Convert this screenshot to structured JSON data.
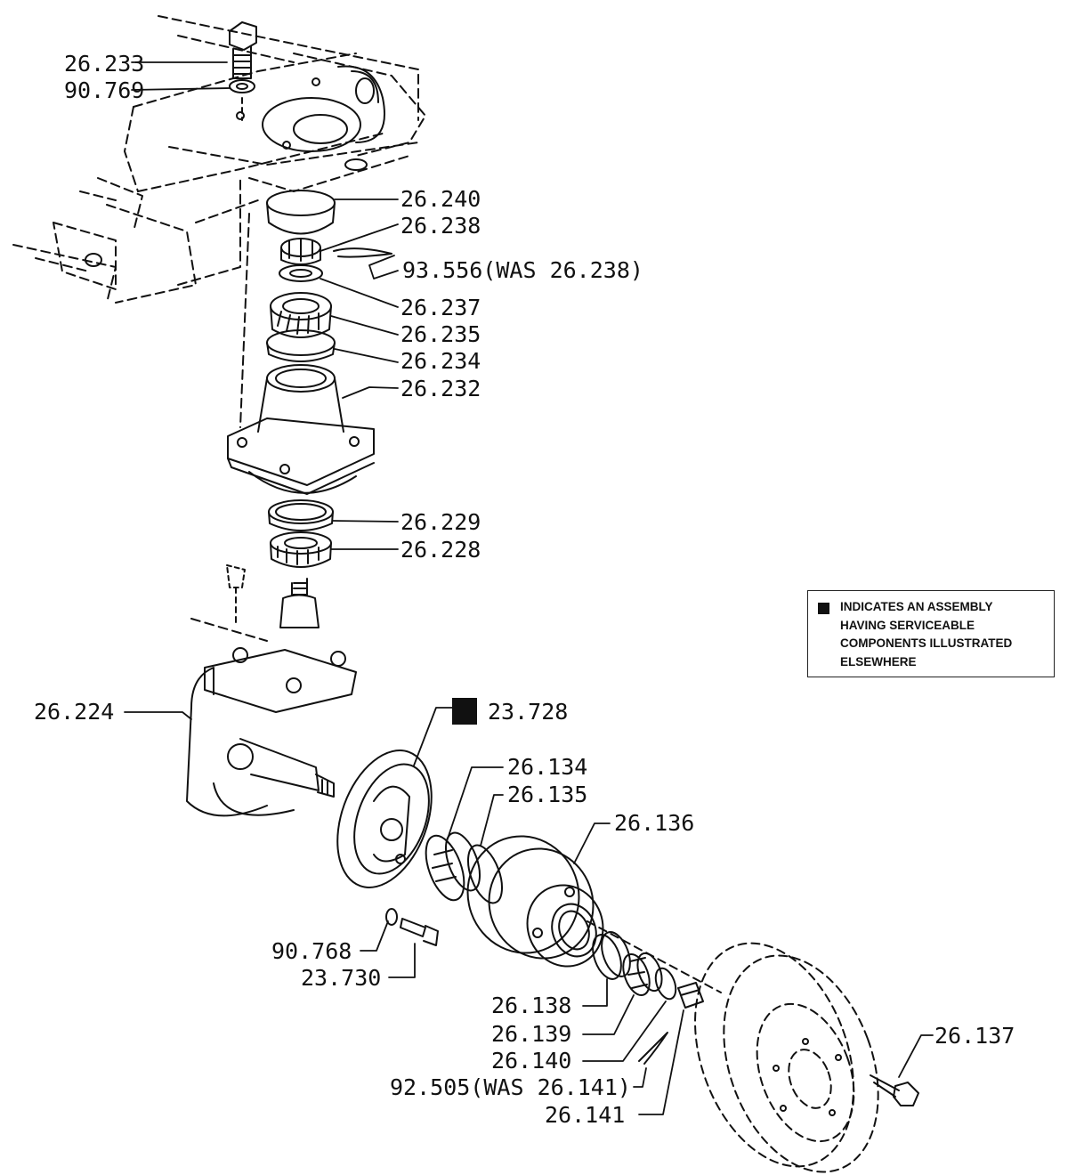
{
  "legend": {
    "text": "INDICATES AN ASSEMBLY\nHAVING SERVICEABLE\nCOMPONENTS ILLUSTRATED\nELSEWHERE"
  },
  "callouts": {
    "p26_233": "26.233",
    "p90_769": "90.769",
    "p26_240": "26.240",
    "p26_238": "26.238",
    "p93_556": "93.556(WAS 26.238)",
    "p26_237": "26.237",
    "p26_235": "26.235",
    "p26_234": "26.234",
    "p26_232": "26.232",
    "p26_229": "26.229",
    "p26_228": "26.228",
    "p26_224": "26.224",
    "p23_728": "23.728",
    "p26_134": "26.134",
    "p26_135": "26.135",
    "p26_136": "26.136",
    "p90_768": "90.768",
    "p23_730": "23.730",
    "p26_138": "26.138",
    "p26_139": "26.139",
    "p26_140": "26.140",
    "p92_505": "92.505(WAS 26.141)",
    "p26_141": "26.141",
    "p26_137": "26.137"
  }
}
